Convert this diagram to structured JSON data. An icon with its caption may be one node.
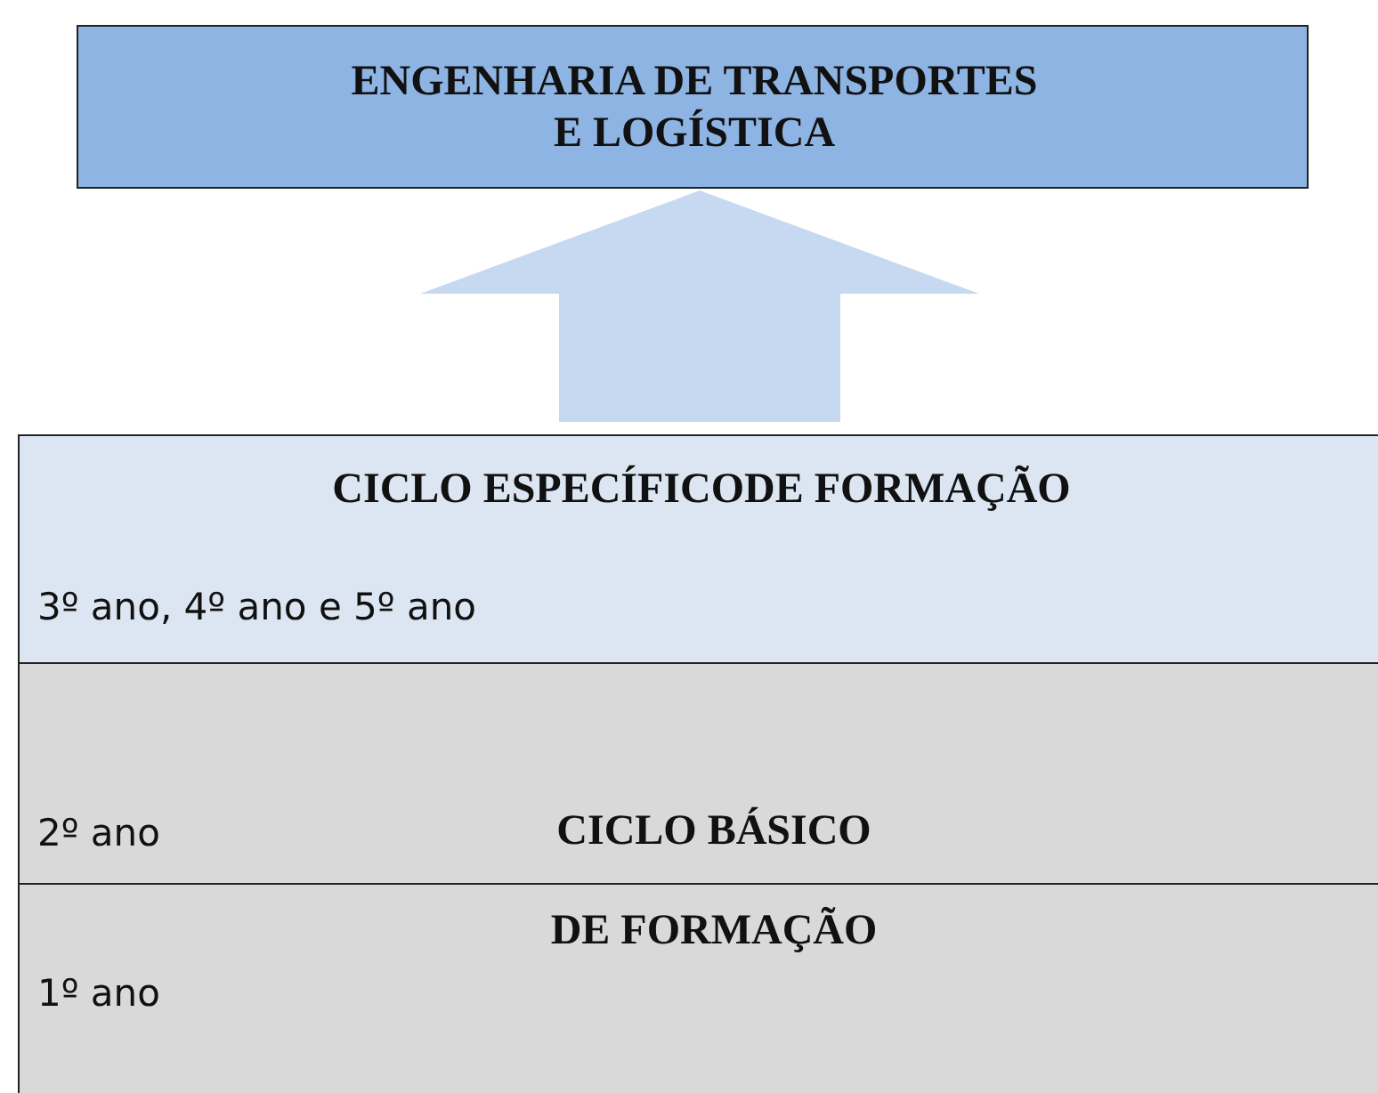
{
  "diagram": {
    "nodes": [
      {
        "text": [
          "ENGENHARIA DE TRANSPORTES E LOGÍSTICA"
        ]
      },
      {
        "text": [
          "CICLO ESPECÍFICODE FORMAÇÃO",
          "3º ano, 4º ano e 5º ano"
        ]
      },
      {
        "text": [
          "2º ano",
          "CICLO BÁSICO"
        ]
      },
      {
        "text": [
          "DE FORMAÇÃO",
          "1º ano"
        ]
      }
    ],
    "edges": [
      {
        "from": 1,
        "to": 0,
        "arrow": "to",
        "style": "thick"
      }
    ]
  }
}
